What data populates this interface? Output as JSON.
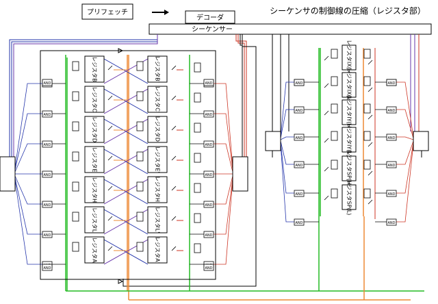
{
  "title": "シーケンサの制御線の圧縮（レジスタ部）",
  "blocks": {
    "prefetch": "プリフェッチ",
    "decoder": "デコーダ",
    "sequencer": "シーケンサー"
  },
  "left_registers": [
    "レジスタB",
    "レジスタC",
    "レジスタD",
    "レジスタE",
    "レジスタH",
    "レジスタL",
    "レジスタA"
  ],
  "left_registers_alt": [
    "レジスタB'",
    "レジスタC'",
    "レジスタD'",
    "レジスタE'",
    "レジスタH'",
    "レジスタL'",
    "レジスタA'"
  ],
  "right_registers": [
    "レジスタIX(H)",
    "レジスタIX(L)",
    "レジスタIY(H)",
    "レジスタIY(L)",
    "レジスタSP(H)",
    "レジスタSP(L)"
  ],
  "gate_label": "AND",
  "colors": {
    "blue": "#2233aa",
    "red": "#cc3322",
    "green": "#22bb22",
    "orange": "#ee8833",
    "purple": "#6633aa",
    "black": "#000000"
  }
}
